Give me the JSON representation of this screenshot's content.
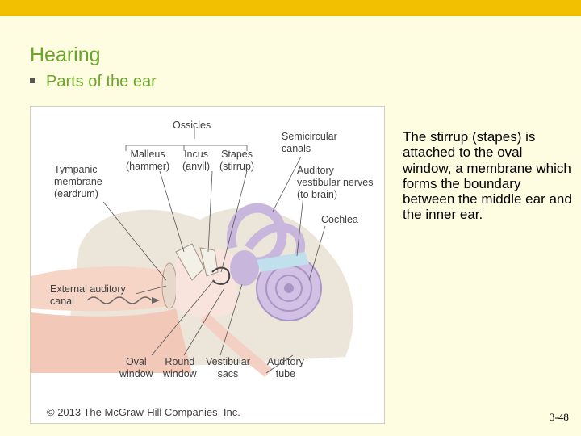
{
  "slide": {
    "title": "Hearing",
    "bullet": "Parts of the ear",
    "side_text": "The stirrup (stapes) is attached to the oval window, a membrane which forms the boundary between the middle ear and the inner ear.",
    "page_number": "3-48",
    "accent_color": "#f3c000",
    "title_color": "#6aa62a"
  },
  "figure": {
    "labels": {
      "ossicles": "Ossicles",
      "malleus": "Malleus",
      "malleus_sub": "(hammer)",
      "incus": "Incus",
      "incus_sub": "(anvil)",
      "stapes": "Stapes",
      "stapes_sub": "(stirrup)",
      "tympanic_1": "Tympanic",
      "tympanic_2": "membrane",
      "tympanic_3": "(eardrum)",
      "semicircular_1": "Semicircular",
      "semicircular_2": "canals",
      "auditory_nerves_1": "Auditory",
      "auditory_nerves_2": "vestibular nerves",
      "auditory_nerves_3": "(to brain)",
      "cochlea": "Cochlea",
      "external_1": "External auditory",
      "external_2": "canal",
      "oval_1": "Oval",
      "oval_2": "window",
      "round_1": "Round",
      "round_2": "window",
      "vestibular_1": "Vestibular",
      "vestibular_2": "sacs",
      "auditory_tube_1": "Auditory",
      "auditory_tube_2": "tube"
    },
    "copyright": "© 2013 The McGraw-Hill Companies, Inc."
  }
}
